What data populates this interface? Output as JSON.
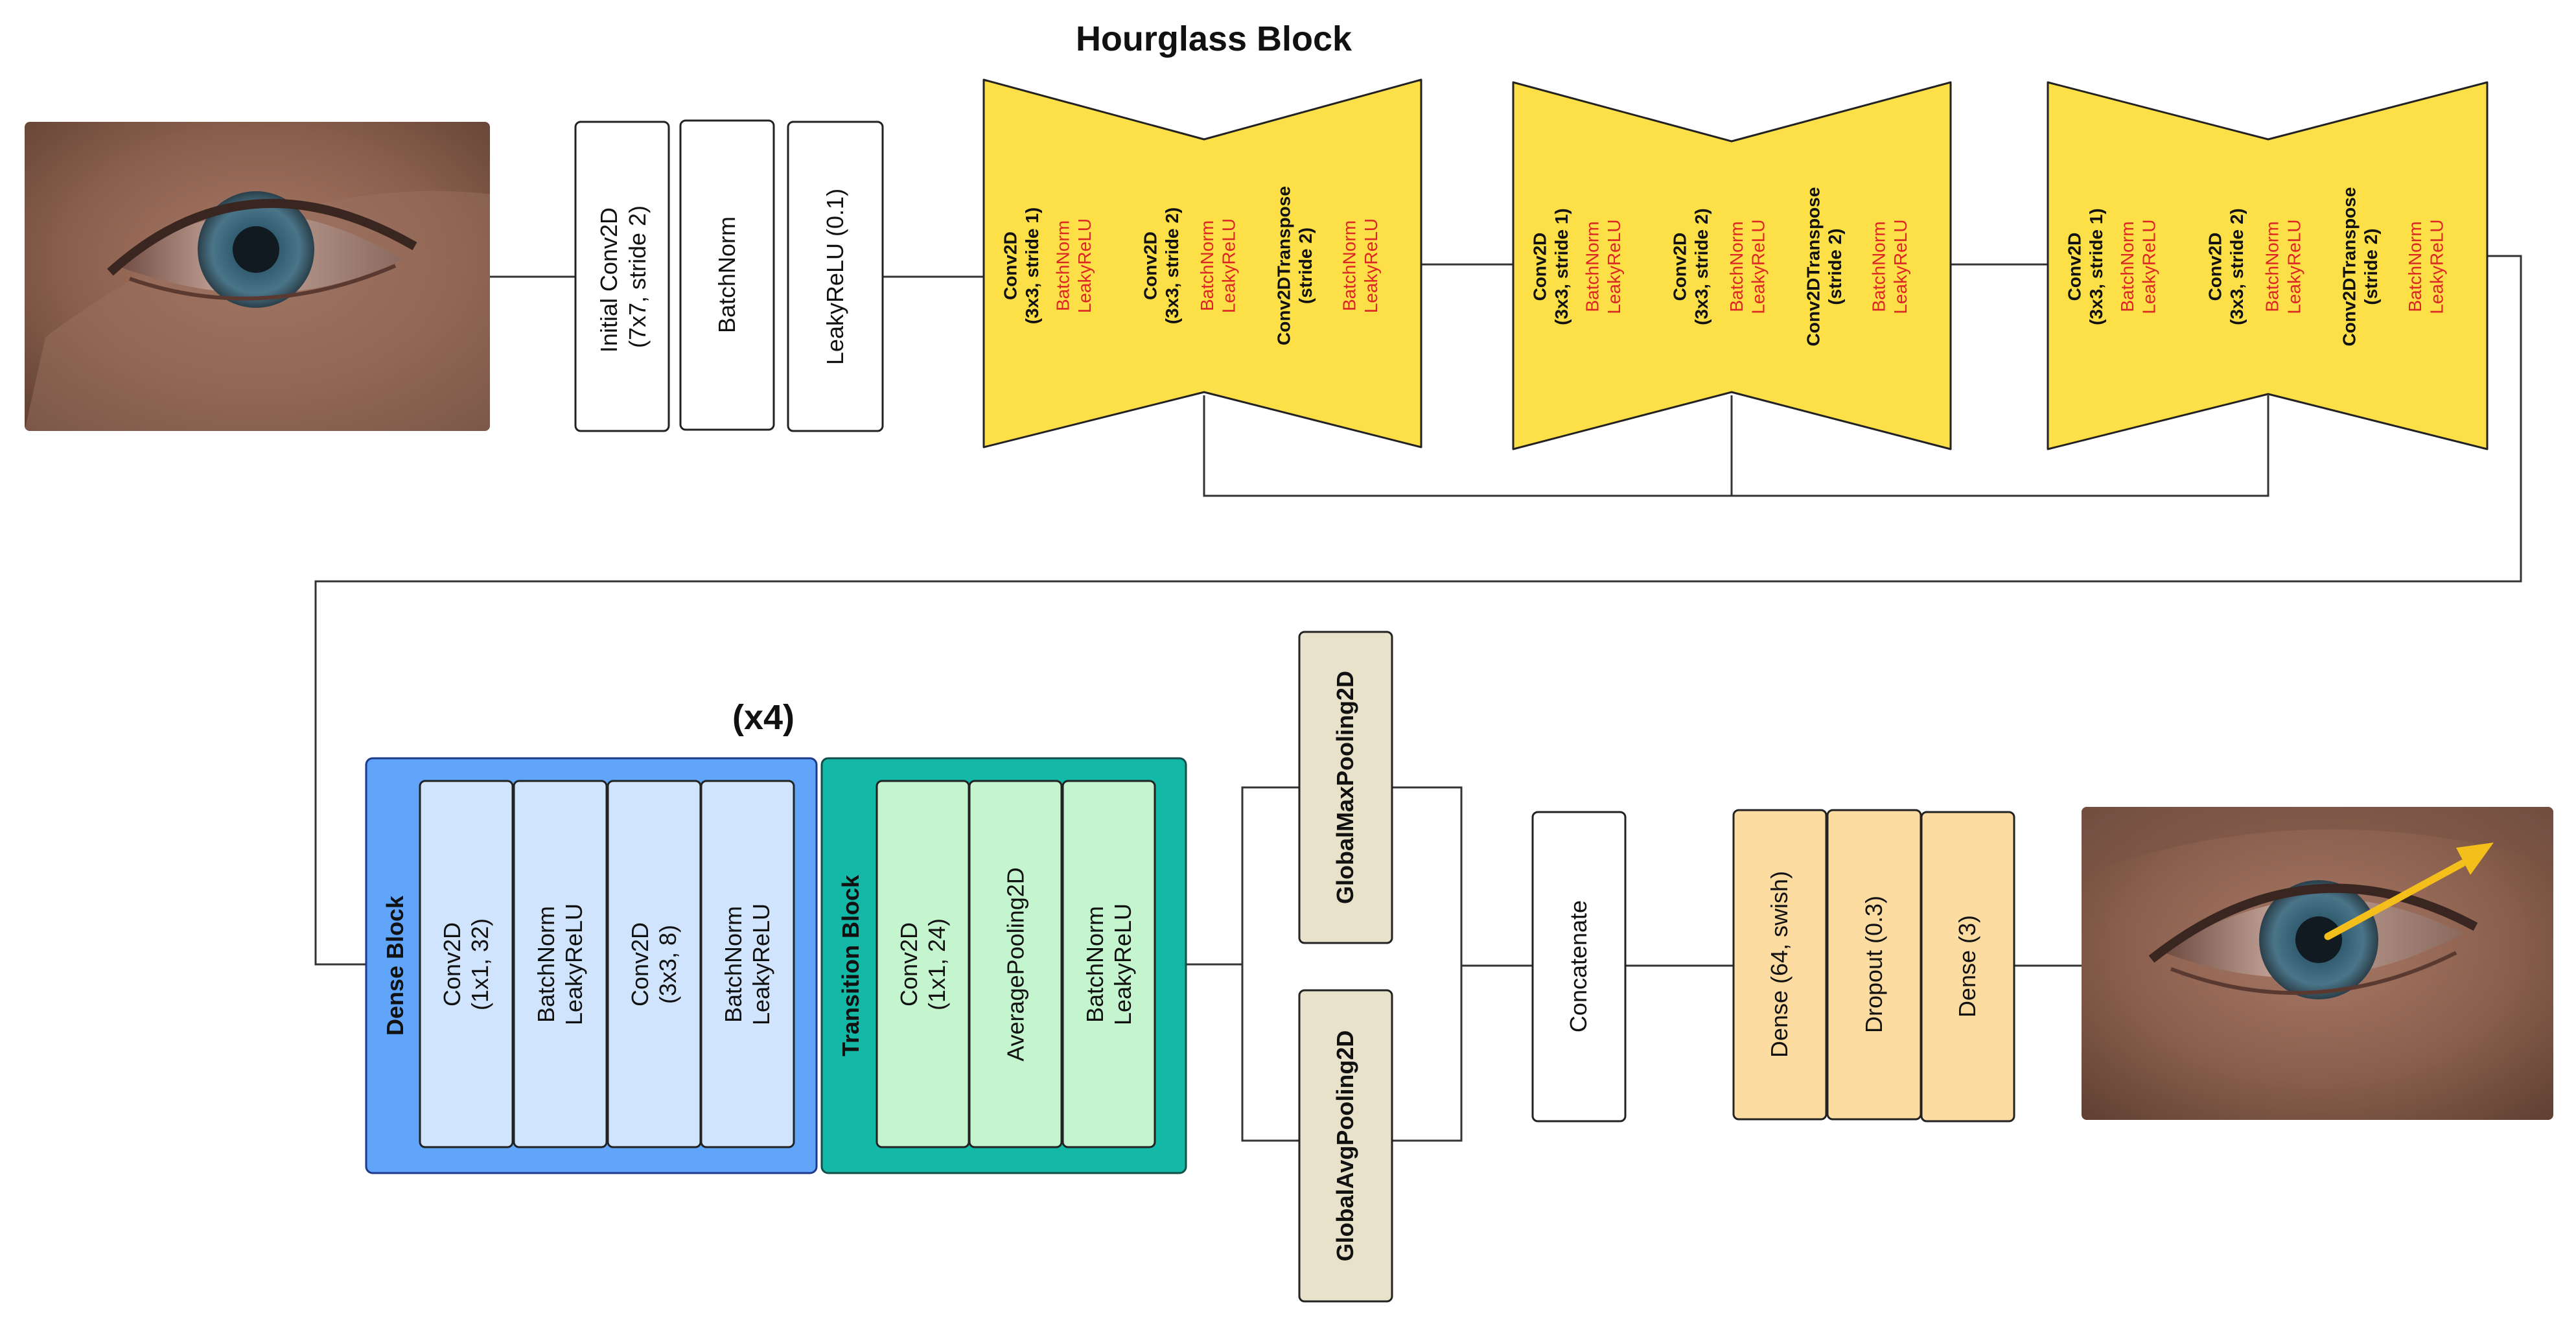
{
  "hourglass_title": "Hourglass Block",
  "repeat_label": "(x4)",
  "stem": {
    "conv": [
      "Initial Conv2D",
      "(7x7, stride 2)"
    ],
    "bn": "BatchNorm",
    "act": "LeakyReLU (0.1)"
  },
  "hourglass": {
    "conv1": [
      "Conv2D",
      "(3x3, stride 1)"
    ],
    "conv2": [
      "Conv2D",
      "(3x3, stride 2)"
    ],
    "convt": [
      "Conv2DTranspose",
      "(stride 2)"
    ],
    "norm_act": [
      "BatchNorm",
      "LeakyReLU"
    ]
  },
  "dense_block": {
    "title": "Dense Block",
    "layers": [
      [
        "Conv2D",
        "(1x1, 32)"
      ],
      [
        "BatchNorm",
        "LeakyReLU"
      ],
      [
        "Conv2D",
        "(3x3, 8)"
      ],
      [
        "BatchNorm",
        "LeakyReLU"
      ]
    ]
  },
  "transition_block": {
    "title": "Transition Block",
    "layers": [
      [
        "Conv2D",
        "(1x1, 24)"
      ],
      [
        "AveragePooling2D"
      ],
      [
        "BatchNorm",
        "LeakyReLU"
      ]
    ]
  },
  "pooling": {
    "max": "GlobalMaxPooling2D",
    "avg": "GlobalAvgPooling2D"
  },
  "concatenate": "Concatenate",
  "head": {
    "dense1": "Dense (64, swish)",
    "dropout": "Dropout (0.3)",
    "dense2": "Dense (3)"
  },
  "colors": {
    "hourglass": "#FDE047",
    "red_text": "#DC2626",
    "dense_outer": "#60A5FA",
    "dense_inner": "#D1E4FD",
    "transition_outer": "#14B8A6",
    "transition_inner": "#C4F5CF",
    "pooling": "#E8E2CB",
    "head": "#FDDCA2",
    "gaze_arrow": "#F4BE1B"
  },
  "images": {
    "input": "eye-image",
    "output": "eye-image-with-gaze-arrow"
  }
}
